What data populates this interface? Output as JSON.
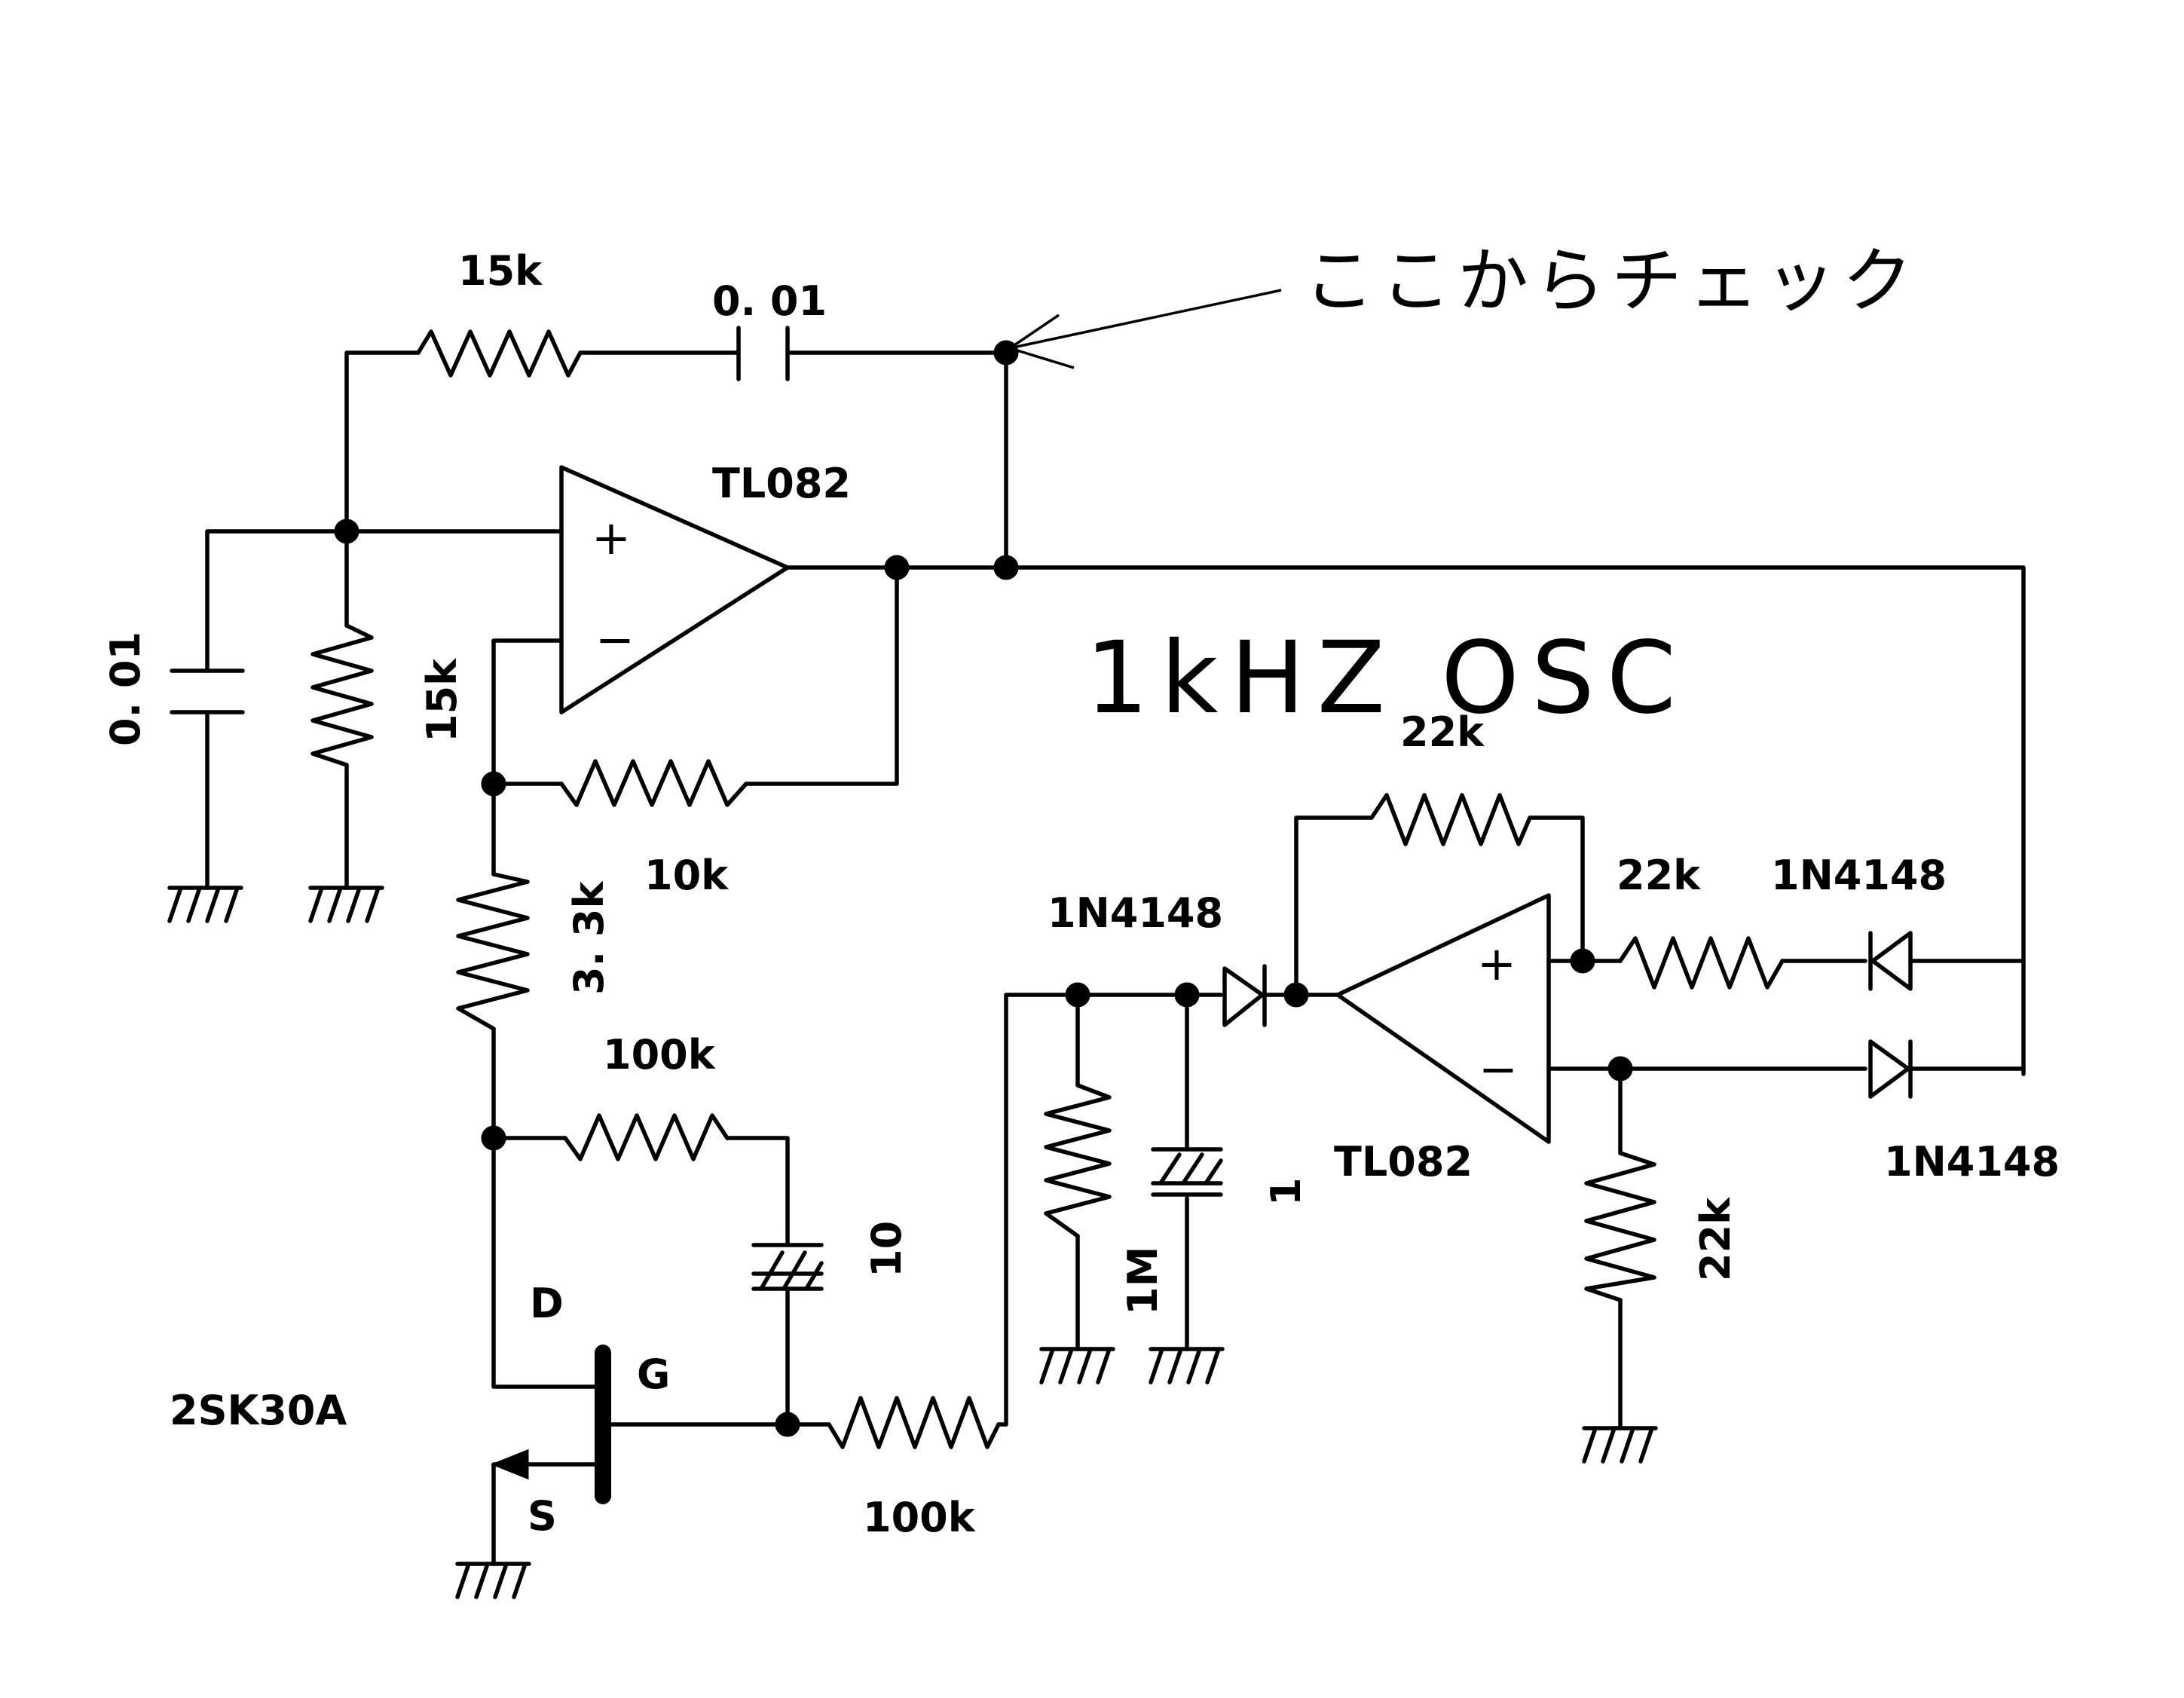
{
  "title": "1kHZ OSC",
  "annotation": "ここからチェック",
  "labels": {
    "r_top": "15k",
    "c_top": "0. 01",
    "u1": "TL082",
    "c_left": "0. 01",
    "r_left": "15k",
    "r_fb": "10k",
    "r_33": "3. 3k",
    "r_100k_mid": "100k",
    "c_10": "10",
    "d_pin": "D",
    "g_pin": "G",
    "s_pin": "S",
    "fet": "2SK30A",
    "r_100k_bottom": "100k",
    "diode_rect": "1N4148",
    "r_1m": "1M",
    "c_1": "1",
    "r_22k_fb": "22k",
    "r_22k_in": "22k",
    "diode_top": "1N4148",
    "diode_bottom": "1N4148",
    "u2": "TL082",
    "r_22k_gnd": "22k"
  },
  "opamp_signs": {
    "plus": "+",
    "minus": "−"
  }
}
